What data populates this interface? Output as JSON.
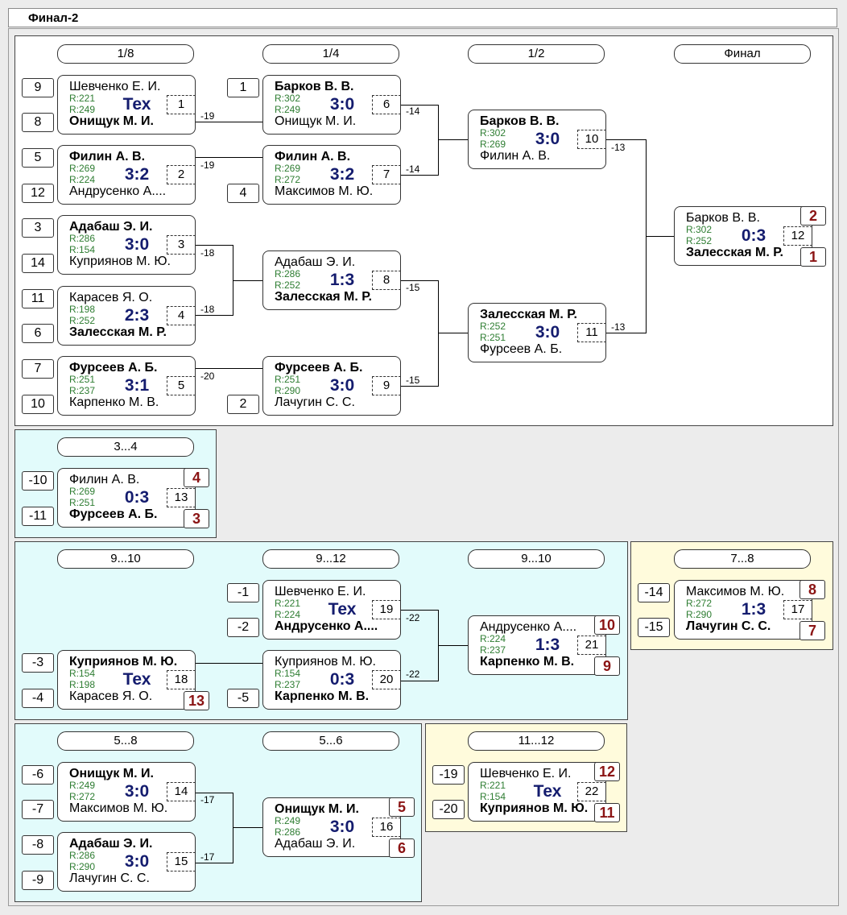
{
  "title": "Финал-2",
  "rounds": {
    "r18": "1/8",
    "r14": "1/4",
    "r12": "1/2",
    "final": "Финал",
    "p34": "3...4",
    "p910a": "9...10",
    "p912": "9...12",
    "p910b": "9...10",
    "p78": "7...8",
    "p58": "5...8",
    "p56": "5...6",
    "p1112": "11...12"
  },
  "seeds": {
    "m1t": "9",
    "m1b": "8",
    "m2t": "5",
    "m2b": "12",
    "m3t": "3",
    "m3b": "14",
    "m4t": "11",
    "m4b": "6",
    "m5t": "7",
    "m5b": "10",
    "m6t": "1",
    "m7b": "4",
    "m9b": "2",
    "m13t": "-10",
    "m13b": "-11",
    "m19t": "-1",
    "m19b": "-2",
    "m18t": "-3",
    "m18b": "-4",
    "m20b": "-5",
    "m17t": "-14",
    "m17b": "-15",
    "m14t": "-6",
    "m14b": "-7",
    "m15t": "-8",
    "m15b": "-9",
    "m22t": "-19",
    "m22b": "-20"
  },
  "matches": {
    "m1": {
      "top": "Шевченко Е. И.",
      "bottom": "Онищук М. И.",
      "r1": "R:221",
      "r2": "R:249",
      "score": "Тех",
      "num": "1"
    },
    "m2": {
      "top": "Филин А. В.",
      "bottom": "Андрусенко А....",
      "r1": "R:269",
      "r2": "R:224",
      "score": "3:2",
      "num": "2"
    },
    "m3": {
      "top": "Адабаш Э. И.",
      "bottom": "Куприянов М. Ю.",
      "r1": "R:286",
      "r2": "R:154",
      "score": "3:0",
      "num": "3"
    },
    "m4": {
      "top": "Карасев Я. О.",
      "bottom": "Залесская М. Р.",
      "r1": "R:198",
      "r2": "R:252",
      "score": "2:3",
      "num": "4"
    },
    "m5": {
      "top": "Фурсеев А. Б.",
      "bottom": "Карпенко М. В.",
      "r1": "R:251",
      "r2": "R:237",
      "score": "3:1",
      "num": "5"
    },
    "m6": {
      "top": "Барков В. В.",
      "bottom": "Онищук М. И.",
      "r1": "R:302",
      "r2": "R:249",
      "score": "3:0",
      "num": "6"
    },
    "m7": {
      "top": "Филин А. В.",
      "bottom": "Максимов М. Ю.",
      "r1": "R:269",
      "r2": "R:272",
      "score": "3:2",
      "num": "7"
    },
    "m8": {
      "top": "Адабаш Э. И.",
      "bottom": "Залесская М. Р.",
      "r1": "R:286",
      "r2": "R:252",
      "score": "1:3",
      "num": "8"
    },
    "m9": {
      "top": "Фурсеев А. Б.",
      "bottom": "Лачугин С. С.",
      "r1": "R:251",
      "r2": "R:290",
      "score": "3:0",
      "num": "9"
    },
    "m10": {
      "top": "Барков В. В.",
      "bottom": "Филин А. В.",
      "r1": "R:302",
      "r2": "R:269",
      "score": "3:0",
      "num": "10"
    },
    "m11": {
      "top": "Залесская М. Р.",
      "bottom": "Фурсеев А. Б.",
      "r1": "R:252",
      "r2": "R:251",
      "score": "3:0",
      "num": "11"
    },
    "m12": {
      "top": "Барков В. В.",
      "bottom": "Залесская М. Р.",
      "r1": "R:302",
      "r2": "R:252",
      "score": "0:3",
      "num": "12",
      "place_top": "2",
      "place_bottom": "1"
    },
    "m13": {
      "top": "Филин А. В.",
      "bottom": "Фурсеев А. Б.",
      "r1": "R:269",
      "r2": "R:251",
      "score": "0:3",
      "num": "13",
      "place_top": "4",
      "place_bottom": "3"
    },
    "m19": {
      "top": "Шевченко Е. И.",
      "bottom": "Андрусенко А....",
      "r1": "R:221",
      "r2": "R:224",
      "score": "Тех",
      "num": "19"
    },
    "m18": {
      "top": "Куприянов М. Ю.",
      "bottom": "Карасев Я. О.",
      "r1": "R:154",
      "r2": "R:198",
      "score": "Тех",
      "num": "18",
      "place_bottom": "13"
    },
    "m20": {
      "top": "Куприянов М. Ю.",
      "bottom": "Карпенко М. В.",
      "r1": "R:154",
      "r2": "R:237",
      "score": "0:3",
      "num": "20"
    },
    "m21": {
      "top": "Андрусенко А....",
      "bottom": "Карпенко М. В.",
      "r1": "R:224",
      "r2": "R:237",
      "score": "1:3",
      "num": "21",
      "place_top": "10",
      "place_bottom": "9"
    },
    "m17": {
      "top": "Максимов М. Ю.",
      "bottom": "Лачугин С. С.",
      "r1": "R:272",
      "r2": "R:290",
      "score": "1:3",
      "num": "17",
      "place_top": "8",
      "place_bottom": "7"
    },
    "m14": {
      "top": "Онищук М. И.",
      "bottom": "Максимов М. Ю.",
      "r1": "R:249",
      "r2": "R:272",
      "score": "3:0",
      "num": "14"
    },
    "m15": {
      "top": "Адабаш Э. И.",
      "bottom": "Лачугин С. С.",
      "r1": "R:286",
      "r2": "R:290",
      "score": "3:0",
      "num": "15"
    },
    "m16": {
      "top": "Онищук М. И.",
      "bottom": "Адабаш Э. И.",
      "r1": "R:249",
      "r2": "R:286",
      "score": "3:0",
      "num": "16",
      "place_top": "5",
      "place_bottom": "6"
    },
    "m22": {
      "top": "Шевченко Е. И.",
      "bottom": "Куприянов М. Ю.",
      "r1": "R:221",
      "r2": "R:154",
      "score": "Тех",
      "num": "22",
      "place_top": "12",
      "place_bottom": "11"
    }
  },
  "loser_labels": {
    "m1": "-19",
    "m2": "-19",
    "m3": "-18",
    "m4": "-18",
    "m5": "-20",
    "m6": "-14",
    "m7": "-14",
    "m8": "-15",
    "m9": "-15",
    "m10": "-13",
    "m11": "-13",
    "m19": "-22",
    "m20": "-22",
    "m14": "-17",
    "m15": "-17"
  },
  "colors": {
    "main_panel": "#ffffff",
    "cyan_panel": "#e2fbfb",
    "yellow_panel": "#fffbdc",
    "score": "#141c6e",
    "rating": "#2e7d32",
    "place": "#8b1414"
  }
}
